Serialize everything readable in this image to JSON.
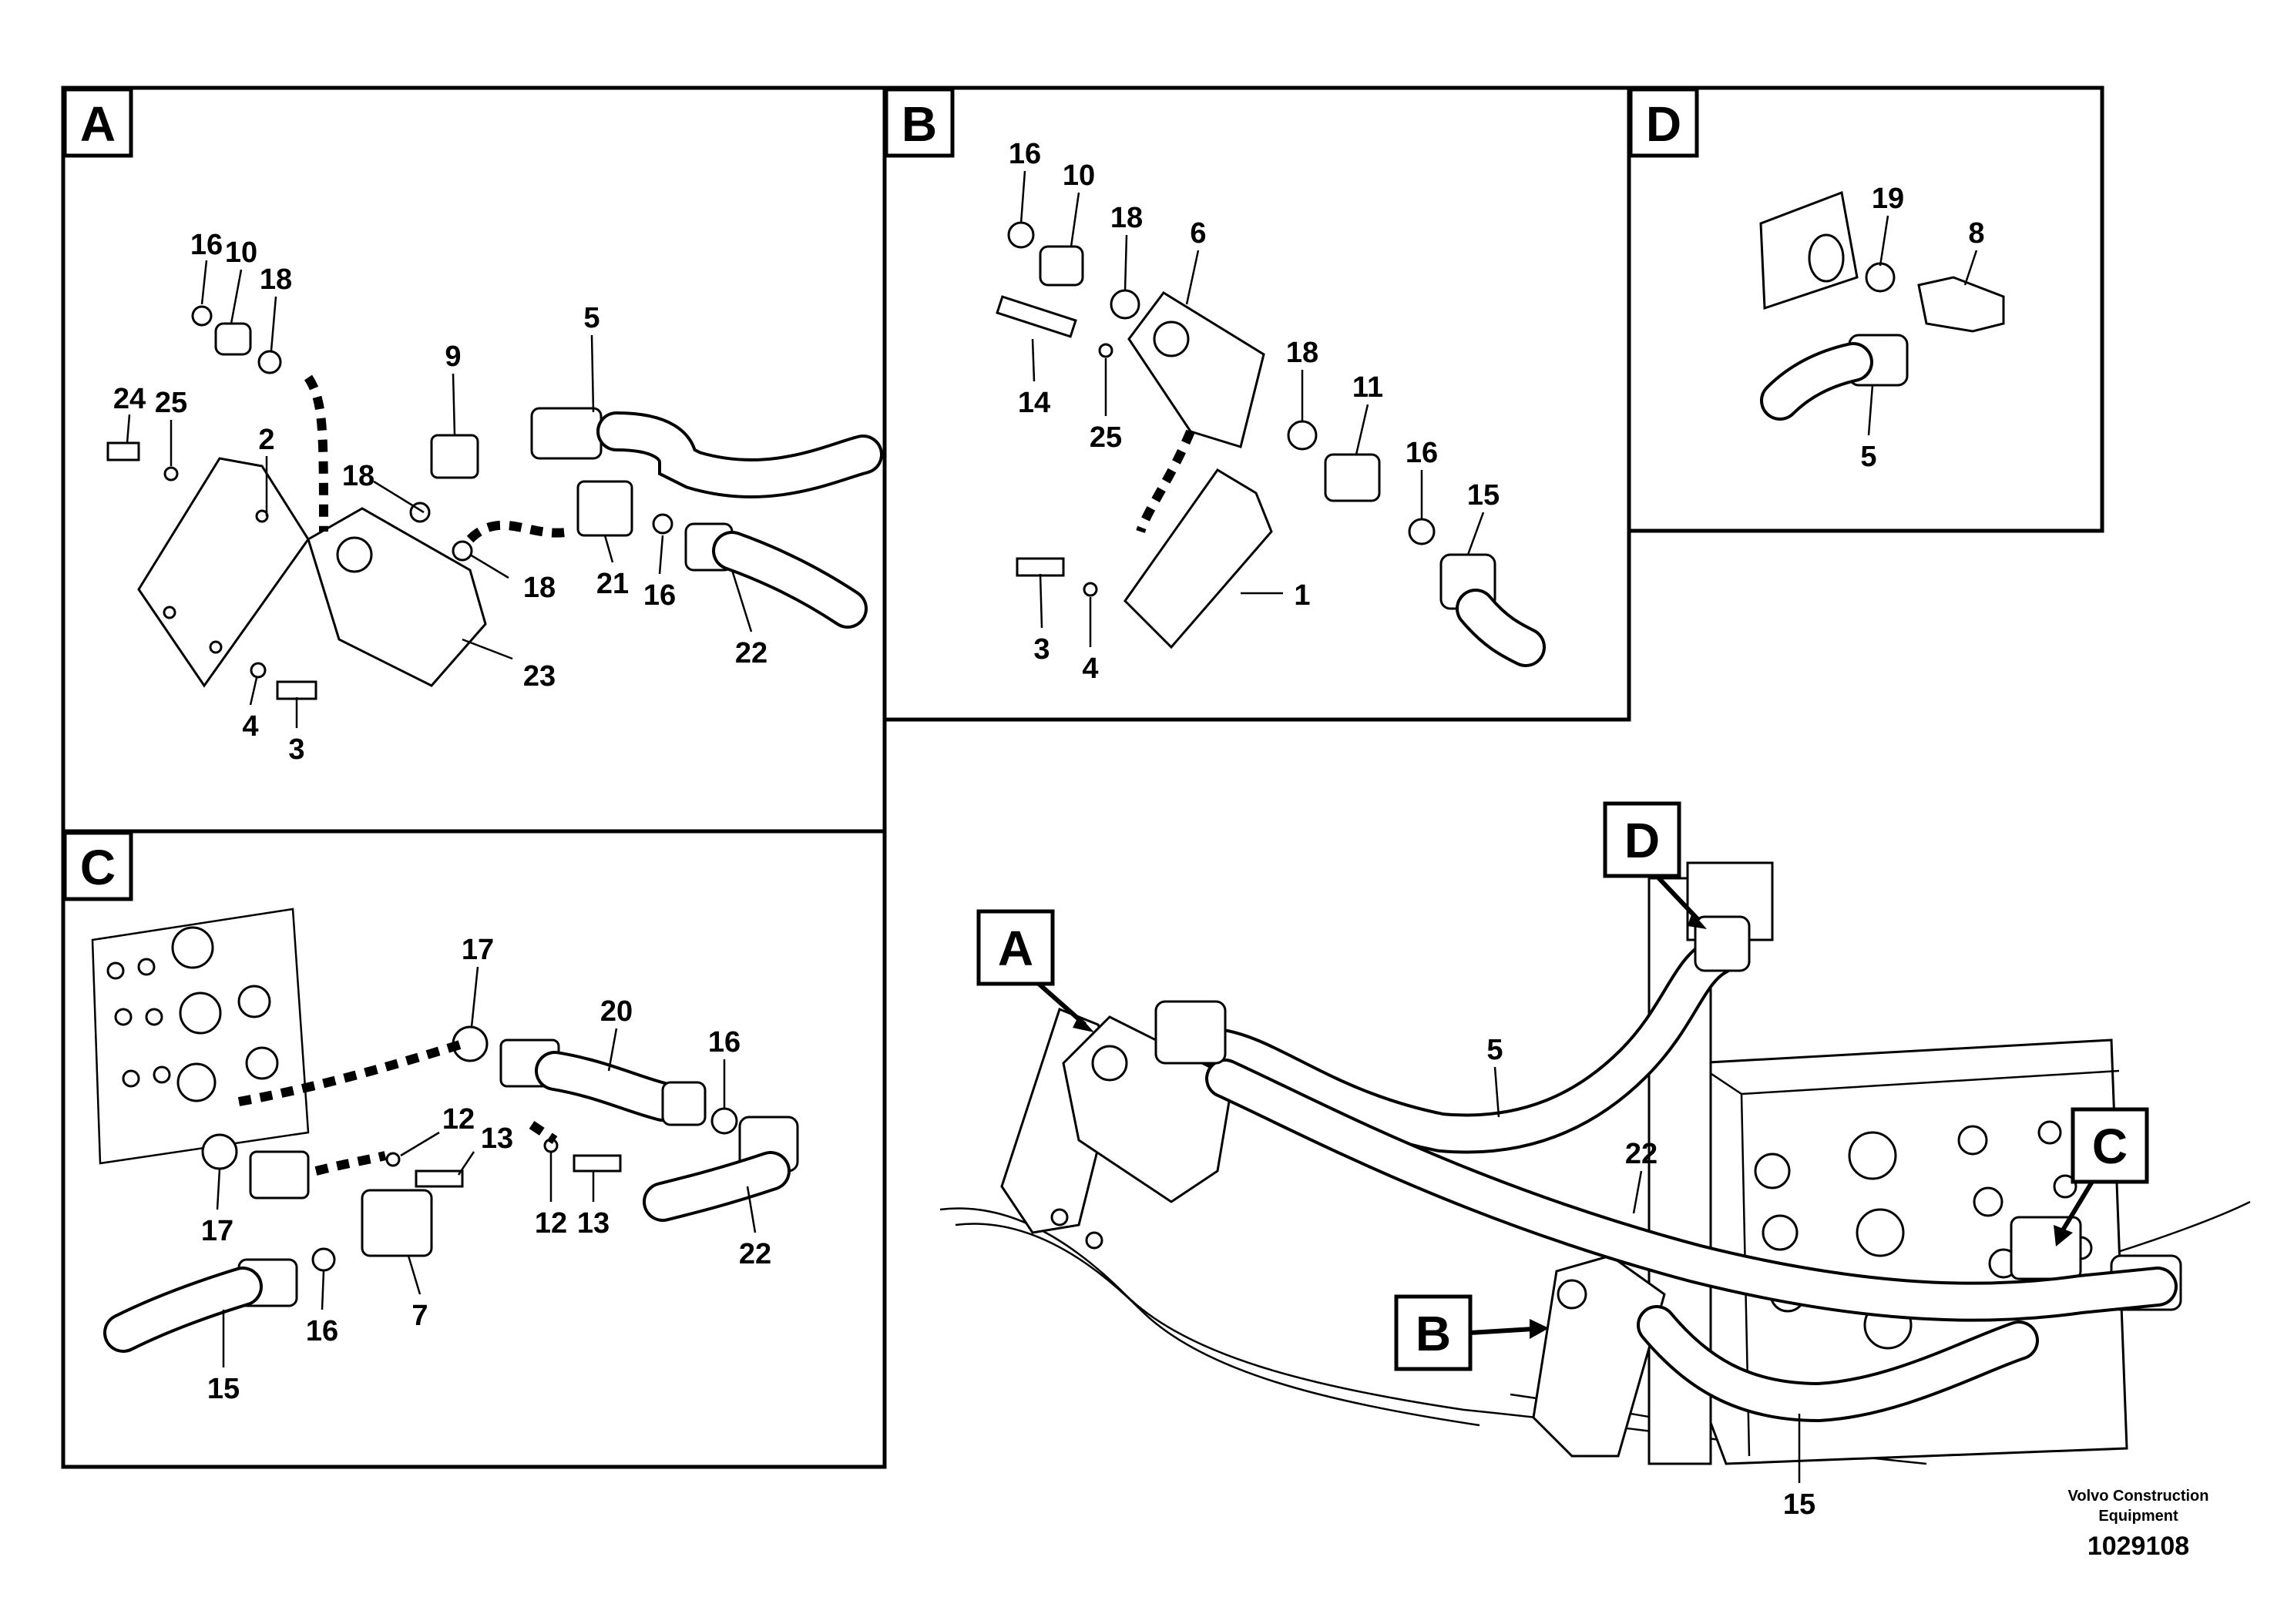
{
  "panels": {
    "A": {
      "label": "A",
      "callouts": [
        "16",
        "10",
        "18",
        "24",
        "25",
        "2",
        "9",
        "5",
        "18",
        "18",
        "21",
        "16",
        "22",
        "23",
        "4",
        "3"
      ]
    },
    "B": {
      "label": "B",
      "callouts": [
        "16",
        "10",
        "18",
        "6",
        "14",
        "25",
        "18",
        "11",
        "16",
        "15",
        "1",
        "3",
        "4"
      ]
    },
    "C": {
      "label": "C",
      "callouts": [
        "17",
        "20",
        "16",
        "12",
        "13",
        "12",
        "13",
        "17",
        "22",
        "7",
        "16",
        "15"
      ]
    },
    "D": {
      "label": "D",
      "callouts": [
        "19",
        "8",
        "5"
      ]
    }
  },
  "overview": {
    "flags": [
      "A",
      "B",
      "C",
      "D"
    ],
    "callouts": [
      "5",
      "22",
      "15"
    ]
  },
  "footer": {
    "brand_line1": "Volvo Construction",
    "brand_line2": "Equipment",
    "drawing_number": "1029108"
  }
}
